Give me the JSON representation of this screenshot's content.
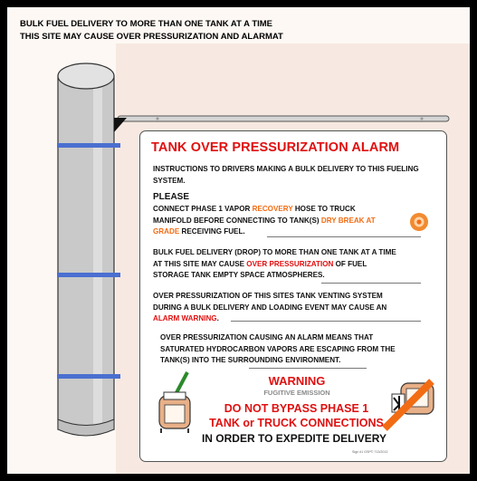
{
  "top_notice": {
    "line1": "BULK FUEL DELIVERY TO MORE THAN ONE TANK AT A TIME",
    "line2": "THIS SITE  MAY CAUSE OVER PRESSURIZATION AND ALARMAT"
  },
  "sign": {
    "title": "TANK OVER PRESSURIZATION ALARM",
    "instructions": "INSTRUCTIONS TO DRIVERS MAKING A BULK DELIVERY TO THIS FUELING SYSTEM.",
    "please": "PLEASE",
    "connect": {
      "a": "CONNECT PHASE 1 VAPOR ",
      "b": "RECOVERY",
      "c": " HOSE TO TRUCK\nMANIFOLD BEFORE CONNECTING TO TANK(S) ",
      "d": "DRY BREAK AT\nGRADE",
      "e": " RECEIVING FUEL."
    },
    "bulk": {
      "a": "BULK FUEL DELIVERY (DROP) TO MORE THAN ONE TANK AT A TIME\nAT THIS SITE MAY CAUSE ",
      "b": "OVER PRESSURIZATION",
      "c": " OF FUEL\nSTORAGE TANK EMPTY SPACE ATMOSPHERES."
    },
    "over": {
      "a": "OVER  PRESSURIZATION OF THIS SITES TANK VENTING SYSTEM\nDURING A BULK DELIVERY AND LOADING EVENT MAY CAUSE AN\n",
      "b": "ALARM WARNING",
      "c": "."
    },
    "alarm_means": "OVER PRESSURIZATION CAUSING AN ALARM MEANS THAT\nSATURATED HYDROCARBON VAPORS ARE ESCAPING FROM THE\nTANK(S) INTO THE SURROUNDING ENVIRONMENT.",
    "warning": "WARNING",
    "fugitive": "FUGITIVE EMISSION",
    "bypass_line1": "DO NOT BYPASS PHASE 1",
    "bypass_line2": "TANK or TRUCK  CONNECTIONS",
    "expedite": "IN ORDER TO EXPEDITE DELIVERY",
    "fine_print": "Sign #1 GSP© 713/2013"
  },
  "colors": {
    "title_red": "#e01010",
    "accent_orange": "#f26c14",
    "post_gray": "#c9c9c9",
    "strap_blue": "#4a6fd0"
  }
}
